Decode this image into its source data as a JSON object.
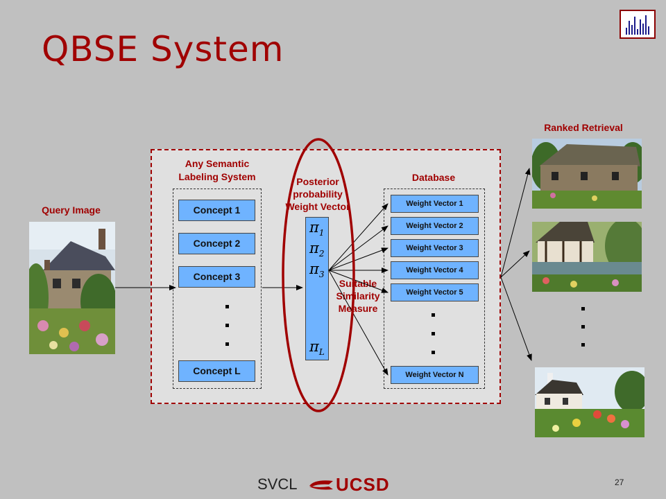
{
  "slide": {
    "title": "QBSE System",
    "page_number": "27"
  },
  "labels": {
    "query_image": "Query Image",
    "semantic_line1": "Any Semantic",
    "semantic_line2": "Labeling System",
    "posterior_line1": "Posterior",
    "posterior_line2": "probability",
    "posterior_line3": "Weight Vector",
    "database": "Database",
    "ranked_retrieval": "Ranked Retrieval",
    "similarity_line1": "Suitable",
    "similarity_line2": "Similarity",
    "similarity_line3": "Measure"
  },
  "concepts": [
    "Concept 1",
    "Concept 2",
    "Concept 3",
    "Concept L"
  ],
  "weight_vectors": [
    "Weight Vector 1",
    "Weight Vector 2",
    "Weight Vector 3",
    "Weight Vector 4",
    "Weight Vector 5",
    "Weight Vector N"
  ],
  "pi_symbols": {
    "base": "π",
    "subs": [
      "1",
      "2",
      "3",
      "L"
    ]
  },
  "footer": {
    "svcl": "SVCL",
    "ucsd": "UCSD"
  },
  "colors": {
    "accent": "#a00000",
    "box_fill": "#6fb3ff",
    "background": "#c0c0c0"
  }
}
